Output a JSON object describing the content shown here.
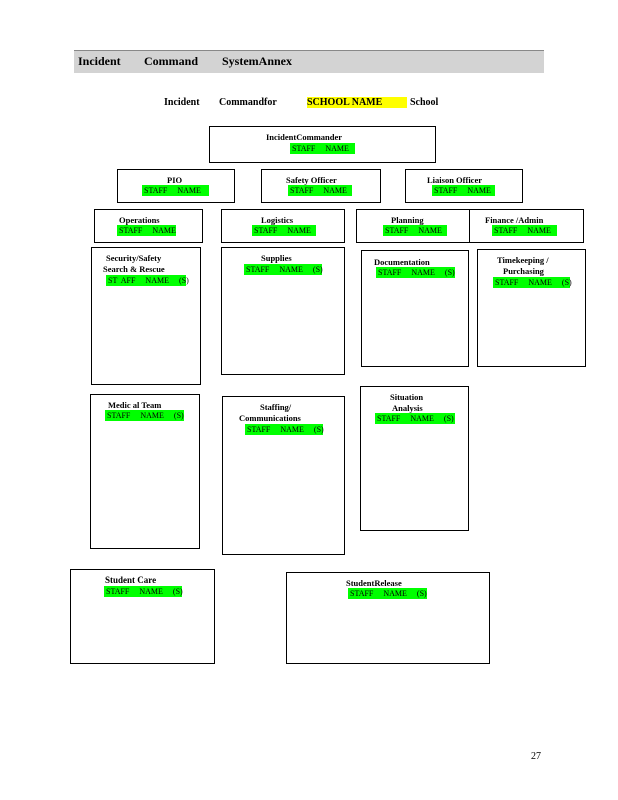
{
  "header": {
    "word1": "Incident",
    "word2": "Command",
    "word3": "SystemAnnex"
  },
  "title": {
    "part1": "Incident",
    "part2": "Commandfor",
    "school_name": "SCHOOL         NAME",
    "part3": "School"
  },
  "boxes": {
    "commander": {
      "label": "IncidentCommander",
      "staff": "STAFF     NAME"
    },
    "pio": {
      "label": "PIO",
      "staff": "STAFF     NAME"
    },
    "safety": {
      "label": "Safety     Officer",
      "staff": "STAFF     NAME"
    },
    "liaison": {
      "label": "Liaison       Officer",
      "staff": "STAFF     NAME"
    },
    "operations": {
      "label": "Operations",
      "staff": "STAFF     NAME"
    },
    "logistics": {
      "label": "Logistics",
      "staff": "STAFF     NAME"
    },
    "planning": {
      "label": "Planning",
      "staff": "STAFF     NAME"
    },
    "finance": {
      "label": "Finance     /Admin",
      "staff": "STAFF     NAME"
    },
    "security": {
      "label1": "Security/Safety",
      "label2": "Search     & Rescue",
      "staff": "ST  AFF     NAME     (S)"
    },
    "supplies": {
      "label": "Supplies",
      "staff": "STAFF     NAME     (S)"
    },
    "documentation": {
      "label": "Documentation",
      "staff": "STAFF     NAME     (S)"
    },
    "timekeeping": {
      "label1": "Timekeeping          /",
      "label2": "Purchasing",
      "staff": "STAFF     NAME     (S)"
    },
    "medical": {
      "label": "Medic     al  Team",
      "staff": "STAFF     NAME     (S)"
    },
    "staffing": {
      "label1": "Staffing/",
      "label2": "Communications",
      "staff": "STAFF     NAME     (S)"
    },
    "situation": {
      "label1": "Situation",
      "label2": "Analysis",
      "staff": "STAFF     NAME     (S)"
    },
    "student_care": {
      "label": "Student       Care",
      "staff": "STAFF     NAME     (S)"
    },
    "student_release": {
      "label": "StudentRelease",
      "staff": "STAFF     NAME     (S)"
    }
  },
  "page_number": "27"
}
